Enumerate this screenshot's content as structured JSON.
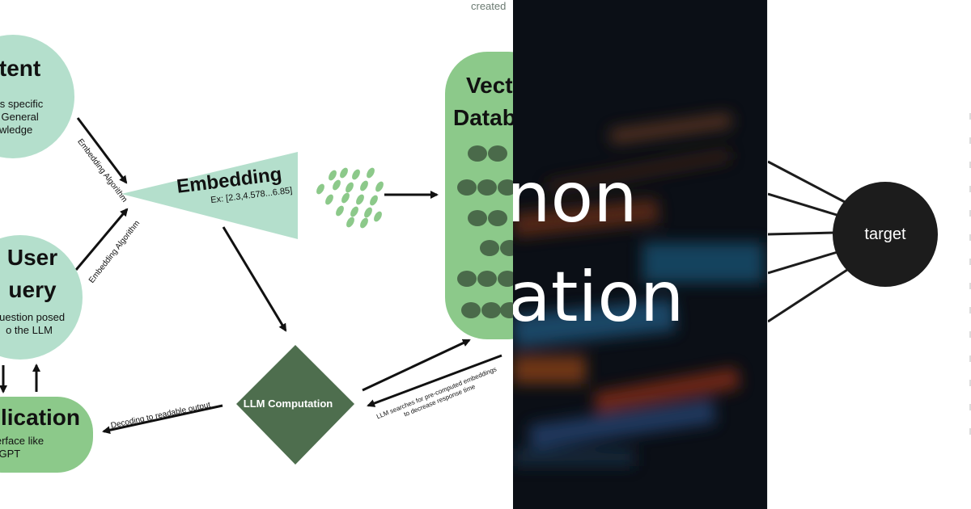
{
  "caption": "created",
  "nodes": {
    "content": {
      "title": "ntent",
      "desc_lines": [
        "ness specific",
        "xt, General",
        "owledge"
      ]
    },
    "user_query": {
      "title_lines": [
        "User",
        "uery"
      ],
      "desc_lines": [
        "question posed",
        "o the LLM"
      ]
    },
    "application": {
      "title": "lication",
      "desc_lines": [
        "nterface like",
        "at GPT"
      ]
    },
    "embedding": {
      "title": "Embedding",
      "example": "Ex: [2.3,4.578...6.85]"
    },
    "vector_db": {
      "title_lines": [
        "Vect",
        "Datab"
      ]
    },
    "llm": {
      "label": "LLM Computation"
    }
  },
  "edge_labels": {
    "content_to_embedding": "Embedding Algorithm",
    "query_to_embedding": "Embedding Algorithm",
    "llm_to_application": "Decoding to readable output",
    "db_search_line1": "LLM searches for pre-computed embeddings",
    "db_search_line2": "to decrease response time"
  },
  "photo_overlay": {
    "lines": [
      "non",
      "ation"
    ]
  },
  "target": {
    "label": "target"
  },
  "colors": {
    "light_green": "#b4dfcc",
    "medium_green": "#8cc98a",
    "dark_green": "#4e6e4e",
    "db_dots": "#4a6a4a",
    "target_fill": "#1c1c1c"
  }
}
